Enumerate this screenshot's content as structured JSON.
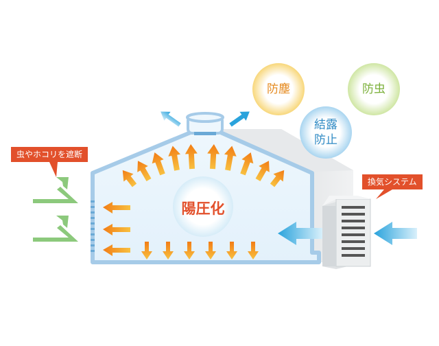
{
  "labels": {
    "positive_pressure": "陽圧化",
    "dust_prevention": "防塵",
    "insect_prevention": "防虫",
    "condensation_prevention_line1": "結露",
    "condensation_prevention_line2": "防止",
    "insect_dust_block": "虫やホコリを遮断",
    "ventilation_system": "換気システム"
  },
  "colors": {
    "callout": "#e2502b",
    "orange_arrow": "#f08a1a",
    "blue_arrow": "#2aa3dc",
    "green_arrow": "#8cc97c",
    "building_outline": "#a6cbe8",
    "building_side": "#d6d9dc"
  }
}
